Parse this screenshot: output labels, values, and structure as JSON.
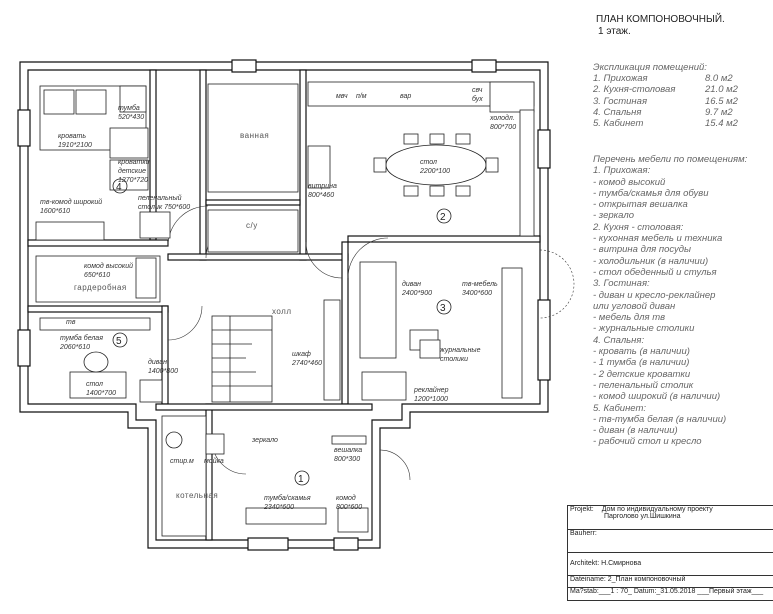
{
  "title": {
    "line1": "ПЛАН КОМПОНОВОЧНЫЙ.",
    "line2": "1 этаж."
  },
  "explication": {
    "heading": "Экспликация помещений:",
    "rooms": [
      {
        "name": "1. Прихожая",
        "area": "8.0 м2"
      },
      {
        "name": "2. Кухня-столовая",
        "area": "21.0 м2"
      },
      {
        "name": "3. Гостиная",
        "area": "16.5 м2"
      },
      {
        "name": "4. Спальня",
        "area": "9.7 м2"
      },
      {
        "name": "5. Кабинет",
        "area": "15.4 м2"
      }
    ]
  },
  "furniture_list": {
    "heading": "Перечень мебели по помещениям:",
    "lines": [
      "1. Прихожая:",
      "- комод высокий",
      "- тумба/скамья для обуви",
      "- открытая вешалка",
      "- зеркало",
      "2. Кухня - столовая:",
      "- кухонная мебель и техника",
      "- витрина для посуды",
      "- холодильник (в наличии)",
      "- стол обеденный и стулья",
      "3. Гостиная:",
      "- диван и кресло-реклайнер",
      "или угловой диван",
      "- мебель для тв",
      "- журнальные столики",
      "4. Спальня:",
      "- кровать (в наличии)",
      "- 1 тумба (в наличии)",
      "- 2 детские кроватки",
      "- пеленальный столик",
      "- комод широкий (в наличии)",
      "5. Кабинет:",
      "- тв-тумба белая (в наличии)",
      "- диван (в наличии)",
      "- рабочий стол и кресло"
    ]
  },
  "plan_labels": {
    "bed": "кровать",
    "bed_size": "1910*2100",
    "nightstand": "тумба",
    "nightstand_size": "520*430",
    "cribs": "кроватки",
    "cribs2": "детские",
    "cribs_size": "1270*720",
    "changing": "пеленальный",
    "changing_size": "столик 750*600",
    "tv_dresser": "тв-комод широкий",
    "tv_dresser_size": "1600*610",
    "bathroom": "ванная",
    "wc": "с/у",
    "dresser_high": "комод высокий",
    "dresser_high_size": "650*610",
    "wardrobe_room": "гардеробная",
    "micro": "мвч",
    "dishwasher": "п/м",
    "stove": "вар",
    "fridge": "холодл.",
    "fridge_size": "800*700",
    "oven": "свч",
    "oven2": "бух",
    "table": "стол",
    "table_size": "2200*100",
    "vitrine": "витрина",
    "vitrine_size": "800*460",
    "sofa_lr": "диван",
    "sofa_lr_size": "2400*900",
    "tv_furniture": "тв-мебель",
    "tv_furniture_size": "3400*600",
    "coffee": "журнальные",
    "coffee2": "столики",
    "recliner": "реклайнер",
    "recliner_size": "1200*1000",
    "hall": "холл",
    "closet": "шкаф",
    "closet_size": "2740*460",
    "tv": "тв",
    "white_stand": "тумба белая",
    "white_stand_size": "2060*610",
    "office_sofa": "диван",
    "office_sofa_size": "1400*800",
    "desk": "стол",
    "desk_size": "1400*700",
    "washer": "стир.м",
    "sink": "мойка",
    "boiler_room": "котельная",
    "mirror": "зеркало",
    "hanger": "вешалка",
    "hanger_size": "800*300",
    "bench": "тумба/скамья",
    "bench_size": "2340*600",
    "chest": "комод",
    "chest_size": "800*600",
    "n1": "1",
    "n2": "2",
    "n3": "3",
    "n4": "4",
    "n5": "5"
  },
  "stamp": {
    "projekt_label": "Projekt:",
    "projekt_l1": "Дом по индивидуальному проекту",
    "projekt_l2": "Парголово ул.Шишкина",
    "bauherr": "Bauherr:",
    "architekt": "Architekt: Н.Смирнова",
    "dateiname": "Dateiname: 2_План компоновочный",
    "massstab": "Ma?stab:___1 : 70_",
    "datum": "Datum:_31.05.2018",
    "floor": "___Первый этаж___"
  }
}
